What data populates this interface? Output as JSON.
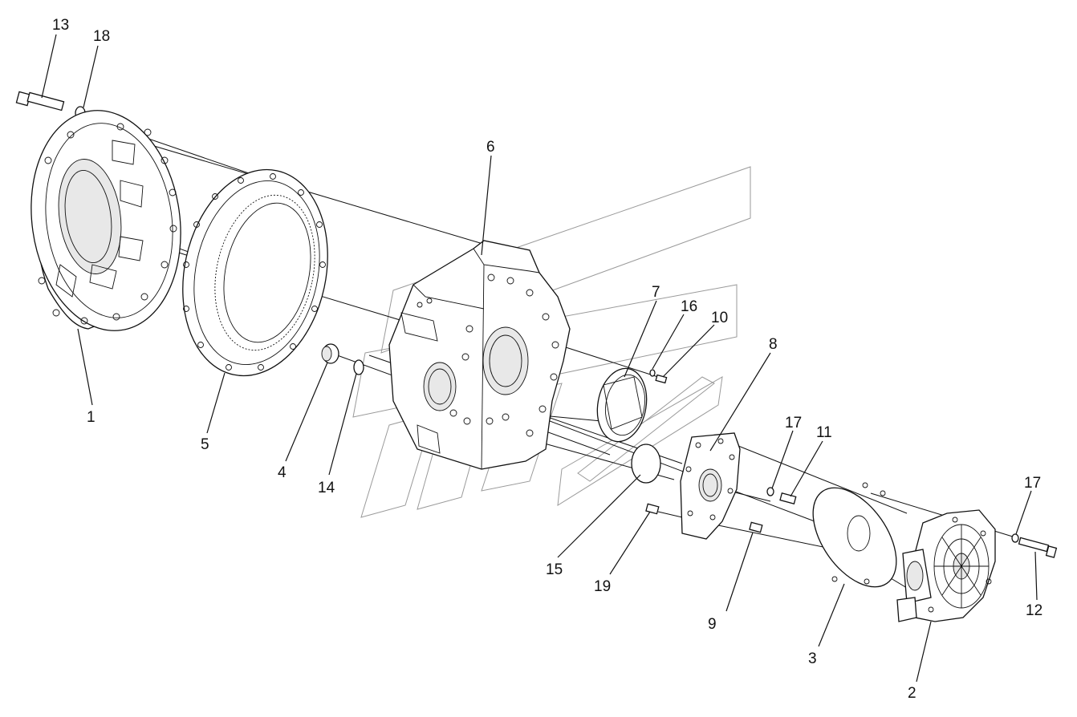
{
  "diagram": {
    "labels": [
      {
        "id": "1",
        "text": "1"
      },
      {
        "id": "2",
        "text": "2"
      },
      {
        "id": "3",
        "text": "3"
      },
      {
        "id": "4",
        "text": "4"
      },
      {
        "id": "5",
        "text": "5"
      },
      {
        "id": "6",
        "text": "6"
      },
      {
        "id": "7",
        "text": "7"
      },
      {
        "id": "8",
        "text": "8"
      },
      {
        "id": "9",
        "text": "9"
      },
      {
        "id": "10",
        "text": "10"
      },
      {
        "id": "11",
        "text": "11"
      },
      {
        "id": "12",
        "text": "12"
      },
      {
        "id": "13",
        "text": "13"
      },
      {
        "id": "14",
        "text": "14"
      },
      {
        "id": "15",
        "text": "15"
      },
      {
        "id": "16",
        "text": "16"
      },
      {
        "id": "17a",
        "text": "17"
      },
      {
        "id": "17b",
        "text": "17"
      },
      {
        "id": "18",
        "text": "18"
      },
      {
        "id": "19",
        "text": "19"
      }
    ],
    "parts": [
      {
        "id": "1",
        "name": "hub-housing"
      },
      {
        "id": "2",
        "name": "end-housing"
      },
      {
        "id": "3",
        "name": "friction-disc"
      },
      {
        "id": "4",
        "name": "plug"
      },
      {
        "id": "5",
        "name": "ring-gear"
      },
      {
        "id": "6",
        "name": "gear-housing"
      },
      {
        "id": "7",
        "name": "cover"
      },
      {
        "id": "8",
        "name": "plate"
      },
      {
        "id": "9",
        "name": "pin"
      },
      {
        "id": "10",
        "name": "bolt"
      },
      {
        "id": "11",
        "name": "bolt"
      },
      {
        "id": "12",
        "name": "bolt"
      },
      {
        "id": "13",
        "name": "bolt"
      },
      {
        "id": "14",
        "name": "seal-ring"
      },
      {
        "id": "15",
        "name": "o-ring"
      },
      {
        "id": "16",
        "name": "washer"
      },
      {
        "id": "17",
        "name": "washer"
      },
      {
        "id": "18",
        "name": "washer"
      },
      {
        "id": "19",
        "name": "pin"
      }
    ]
  }
}
